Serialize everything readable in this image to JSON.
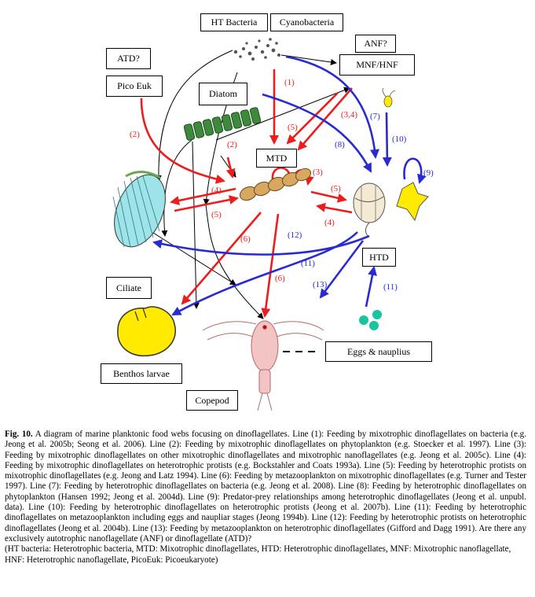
{
  "boxes": {
    "ht_bacteria": "HT Bacteria",
    "cyanobacteria": "Cyanobacteria",
    "anf": "ANF?",
    "mnf_hnf": "MNF/HNF",
    "atd": "ATD?",
    "pico_euk": "Pico Euk",
    "diatom": "Diatom",
    "mtd": "MTD",
    "htd": "HTD",
    "ciliate": "Ciliate",
    "benthos_larvae": "Benthos larvae",
    "copepod": "Copepod",
    "eggs_nauplius": "Eggs & nauplius"
  },
  "line_labels": {
    "l1": "(1)",
    "l2a": "(2)",
    "l2b": "(2)",
    "l3": "(3)",
    "l34": "(3,4)",
    "l4a": "(4)",
    "l4b": "(4)",
    "l5a": "(5)",
    "l5b": "(5)",
    "l5c": "(5)",
    "l6a": "(6)",
    "l6b": "(6)",
    "l7": "(7)",
    "l8": "(8)",
    "l9": "(9)",
    "l10": "(10)",
    "l11a": "(11)",
    "l11b": "(11)",
    "l12": "(12)",
    "l13": "(13)"
  },
  "colors": {
    "red": "#ee1c1c",
    "blue": "#2a2ad2",
    "black": "#000000",
    "ciliate_fill": "#9de3e8",
    "yellow": "#ffea00",
    "egg_green": "#19c4a0",
    "diatom_green": "#3d8a3d",
    "copepod_pink": "#f2c4c4"
  },
  "caption": {
    "fig_label": "Fig. 10.",
    "text": "A diagram of marine planktonic food webs focusing on dinoflagellates. Line (1): Feeding by mixotrophic dinoflagellates on bacteria (e.g. Jeong et al. 2005b; Seong et al. 2006). Line (2): Feeding by mixotrophic dinoflagellates on phytoplankton (e.g. Stoecker et al. 1997). Line (3): Feeding by mixotrophic dinoflagellates on other mixotrophic dinoflagellates and mixotrophic nanoflagellates (e.g. Jeong et al. 2005c). Line (4): Feeding by mixotrophic dinoflagellates on heterotrophic protists (e.g. Bockstahler and Coats 1993a). Line (5): Feeding by heterotrophic protists on mixotrophic dinoflagellates (e.g. Jeong and Latz 1994). Line (6): Feeding by metazooplankton on mixotrophic dinoflagellates (e.g. Turner and Tester 1997). Line (7): Feeding by heterotrophic dinoflagellates on bacteria (e.g. Jeong et al. 2008). Line (8): Feeding by heterotrophic dinoflagellates on phytoplankton (Hansen 1992; Jeong et al. 2004d). Line (9): Predator-prey relationships among heterotrophic dinoflagellates (Jeong et al. unpubl. data). Line (10): Feeding by heterotrophic dinoflagellates on heterotrophic protists (Jeong et al. 2007b). Line (11): Feeding by heterotrophic dinoflagellates on metazooplankton including eggs and naupliar stages (Jeong 1994b). Line (12): Feeding by heterotrophic protists on heterotrophic dinoflagellates (Jeong et al. 2004b). Line (13): Feeding by metazooplankton on heterotrophic dinoflagellates (Gifford and Dagg 1991). Are there any exclusively autotrophic nanoflagellate (ANF) or dinoflagellate (ATD)?",
    "legend": "(HT bacteria: Heterotrophic bacteria, MTD: Mixotrophic dinoflagellates, HTD: Heterotrophic dinoflagellates, MNF: Mixotrophic nanoflagellate, HNF: Heterotrophic nanoflagellate, PicoEuk: Picoeukaryote)"
  }
}
